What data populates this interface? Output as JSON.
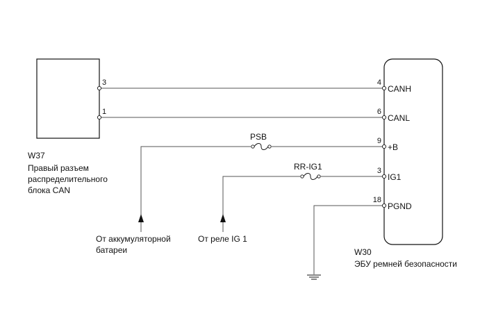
{
  "left_connector": {
    "code": "W37",
    "name_lines": [
      "Правый разъем",
      "распределительного",
      "блока CAN"
    ],
    "pins": [
      "3",
      "1"
    ]
  },
  "right_ecu": {
    "code": "W30",
    "name": "ЭБУ ремней безопасности",
    "pins": [
      {
        "num": "4",
        "signal": "CANH"
      },
      {
        "num": "6",
        "signal": "CANL"
      },
      {
        "num": "9",
        "signal": "+B"
      },
      {
        "num": "3",
        "signal": "IG1"
      },
      {
        "num": "18",
        "signal": "PGND"
      }
    ]
  },
  "fuses": {
    "psb": "PSB",
    "rr_ig1": "RR-IG1"
  },
  "sources": {
    "battery_lines": [
      "От аккумуляторной",
      "батареи"
    ],
    "ig_relay": "От реле IG 1"
  },
  "ground_icon": "ground-icon"
}
